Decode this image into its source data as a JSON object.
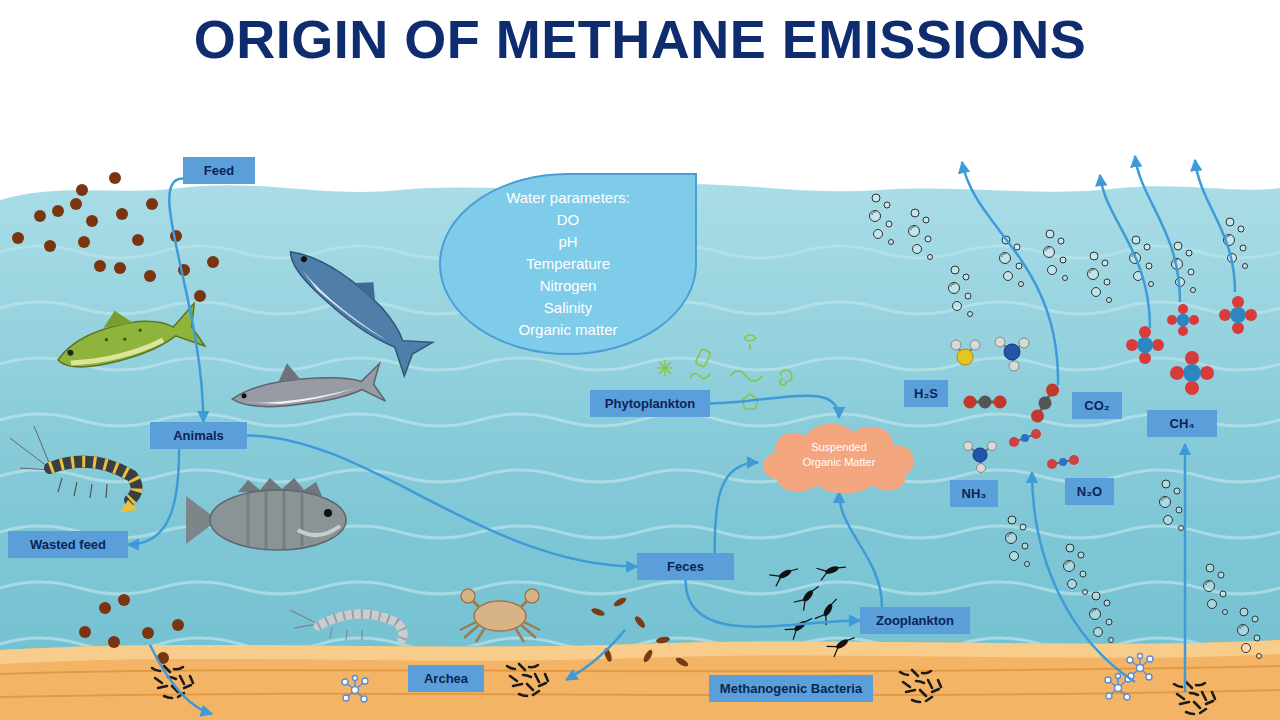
{
  "diagram": {
    "title": "ORIGIN OF METHANE EMISSIONS",
    "nodes": [
      {
        "text": [
          "Feed"
        ]
      },
      {
        "text": [
          "Water parameters:",
          "DO",
          "pH",
          "Temperature",
          "Nitrogen",
          "Salinity",
          "Organic matter"
        ]
      },
      {
        "text": [
          "Phytoplankton"
        ]
      },
      {
        "text": [
          "Suspended Organic Matter"
        ]
      },
      {
        "text": [
          "H₂S"
        ]
      },
      {
        "text": [
          "CO₂"
        ]
      },
      {
        "text": [
          "CH₄"
        ]
      },
      {
        "text": [
          "Animals"
        ]
      },
      {
        "text": [
          "NH₃"
        ]
      },
      {
        "text": [
          "N₂O"
        ]
      },
      {
        "text": [
          "Wasted feed"
        ]
      },
      {
        "text": [
          "Feces"
        ]
      },
      {
        "text": [
          "Zooplankton"
        ]
      },
      {
        "text": [
          "Archea"
        ]
      },
      {
        "text": [
          "Methanogenic Bacteria"
        ]
      }
    ],
    "edges": [
      {
        "from": 0,
        "to": 7,
        "arrow": "to"
      },
      {
        "from": 7,
        "to": 10,
        "arrow": "to"
      },
      {
        "from": 7,
        "to": 11,
        "arrow": "to"
      },
      {
        "from": 2,
        "to": 3,
        "arrow": "to"
      },
      {
        "from": 11,
        "to": 3,
        "arrow": "to"
      },
      {
        "from": 12,
        "to": 3,
        "arrow": "to"
      },
      {
        "from": 11,
        "to": 12,
        "arrow": "to"
      }
    ]
  }
}
